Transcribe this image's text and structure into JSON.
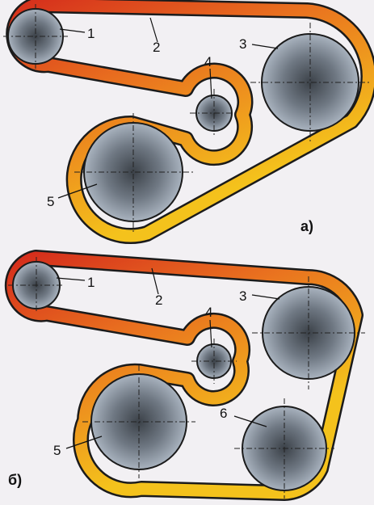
{
  "diagram": {
    "panels": [
      {
        "id": "a",
        "label": "а)",
        "items": {
          "p1": "1",
          "belt": "2",
          "p3": "3",
          "p4": "4",
          "p5": "5"
        }
      },
      {
        "id": "b",
        "label": "б)",
        "items": {
          "p1": "1",
          "belt": "2",
          "p3": "3",
          "p4": "4",
          "p5": "5",
          "p6": "6"
        }
      }
    ],
    "colors": {
      "belt_red": "#d42a1c",
      "belt_orange": "#e9701f",
      "belt_yellow": "#f4c21c",
      "pulley_center": "#3b4148",
      "pulley_edge": "#a9b3bf",
      "outline": "#1b1b1b",
      "background": "#f2f0f3"
    }
  }
}
